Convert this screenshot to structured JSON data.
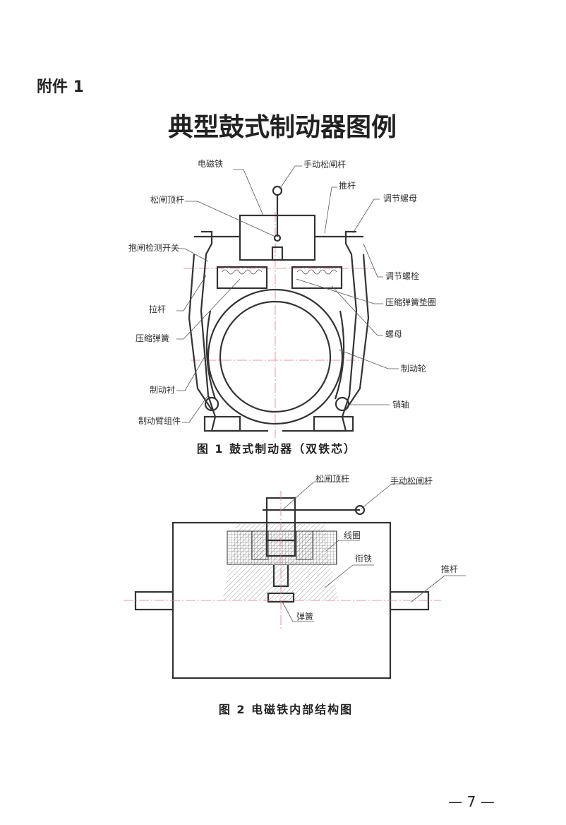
{
  "attachment": "附件 1",
  "title": "典型鼓式制动器图例",
  "figure1": {
    "caption": "图 1  鼓式制动器（双铁芯）",
    "labels": {
      "electromagnet": "电磁铁",
      "manual_release_lever": "手动松闸杆",
      "push_rod": "推杆",
      "release_ejector_rod": "松闸顶杆",
      "adjusting_nut": "调节螺母",
      "brake_detection_switch": "抱闸检测开关",
      "adjusting_bolt": "调节螺栓",
      "pull_rod": "拉杆",
      "spring_washer": "压缩弹簧垫圈",
      "compression_spring": "压缩弹簧",
      "nut": "螺母",
      "brake_wheel": "制动轮",
      "brake_lining": "制动衬",
      "pin_shaft": "销轴",
      "brake_arm_assembly": "制动臂组件"
    }
  },
  "figure2": {
    "caption": "图 2  电磁铁内部结构图",
    "labels": {
      "release_ejector_rod": "松闸顶杆",
      "manual_release_lever": "手动松闸杆",
      "coil": "线圈",
      "armature": "衔铁",
      "push_rod": "推杆",
      "spring": "弹簧"
    }
  },
  "page_number": "— 7 —"
}
